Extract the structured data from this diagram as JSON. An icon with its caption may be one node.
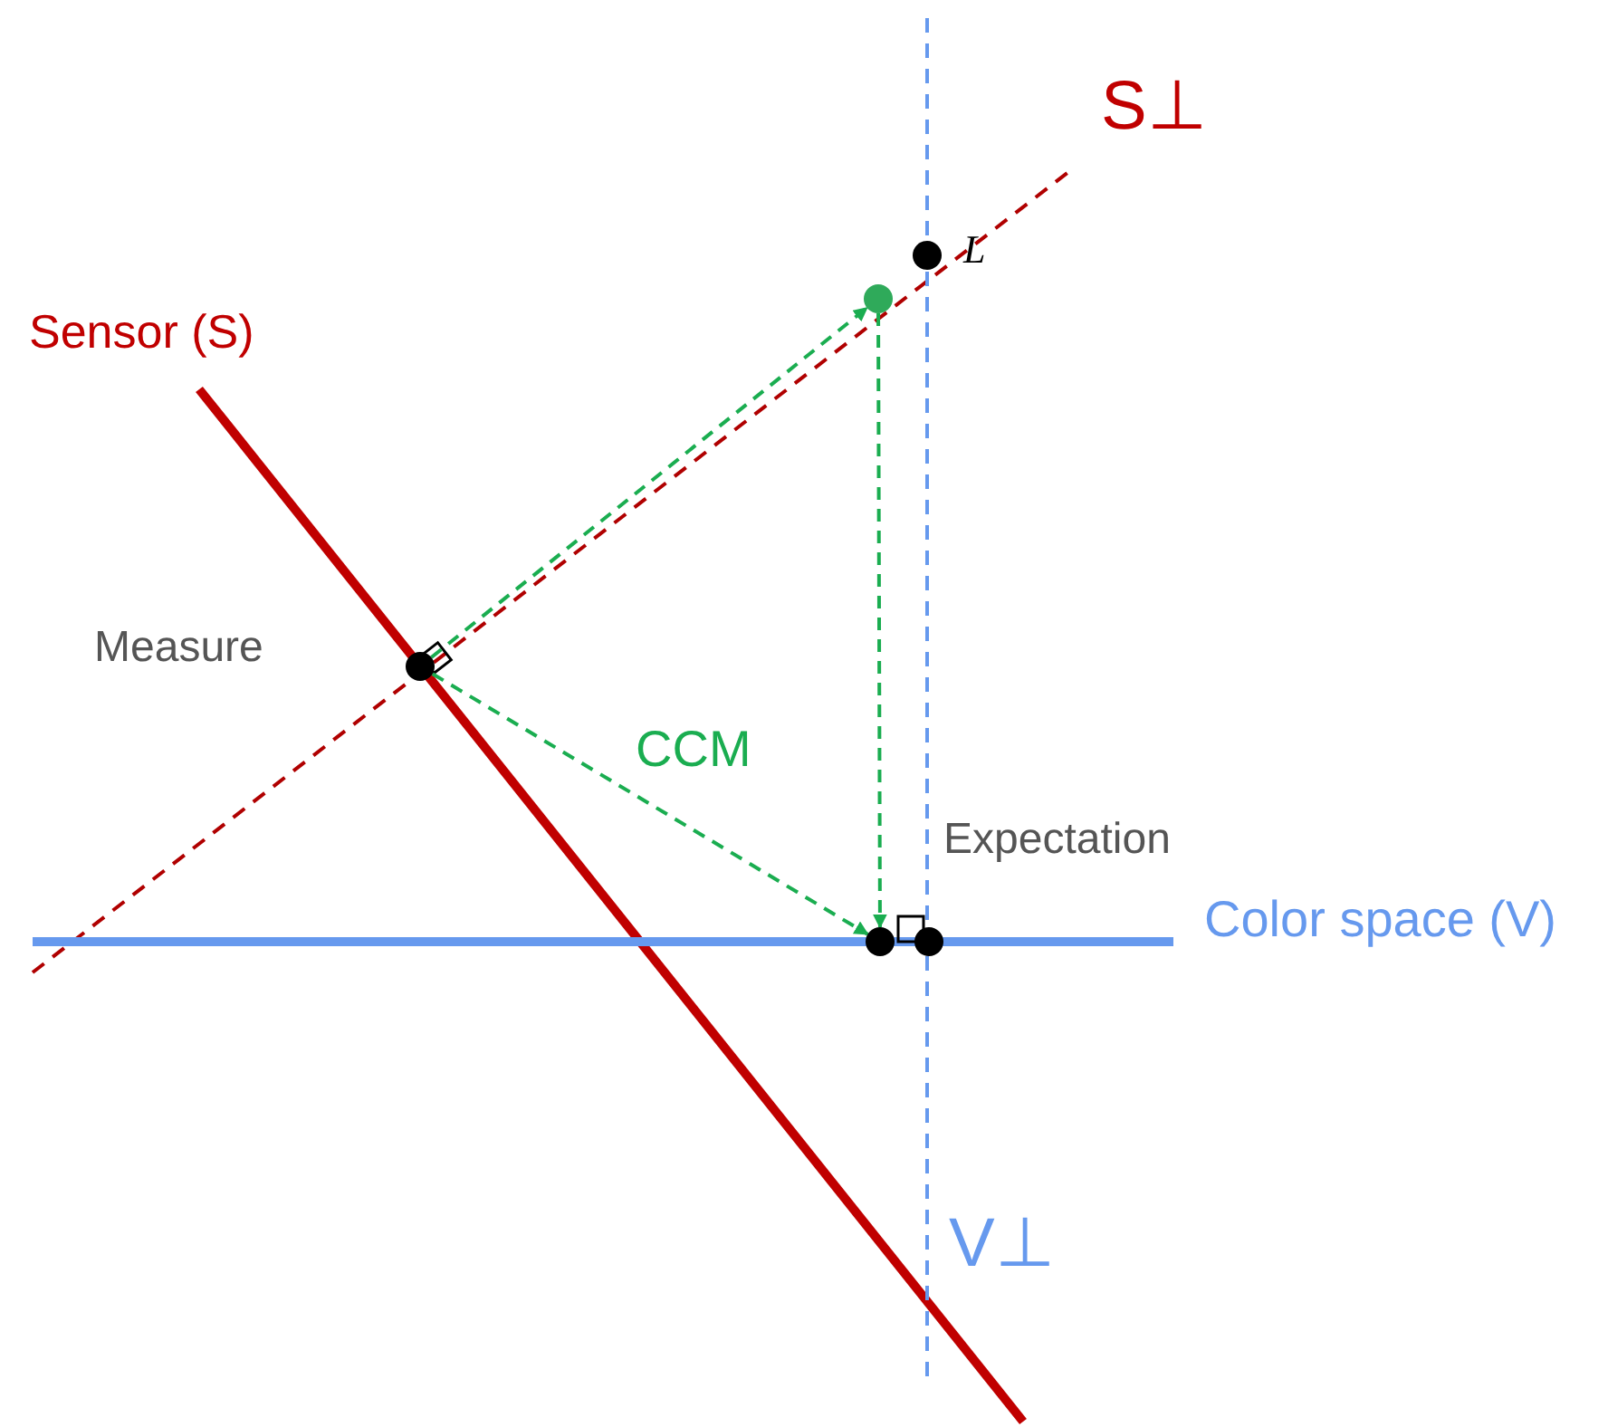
{
  "diagram": {
    "nodes": [
      {
        "text": [],
        "shape": "circle",
        "beside": [
          "Measure"
        ]
      },
      {
        "text": [],
        "shape": "circle"
      },
      {
        "text": [],
        "shape": "circle",
        "beside": [
          "L⃗"
        ]
      },
      {
        "text": [],
        "shape": "circle"
      },
      {
        "text": [],
        "shape": "circle",
        "beside": [
          "Expectation"
        ]
      }
    ],
    "edges": [
      {
        "from": 0,
        "to": 1,
        "arrow": "to",
        "style": "dashed"
      },
      {
        "from": 1,
        "to": 3,
        "arrow": "to",
        "style": "dashed"
      },
      {
        "from": 0,
        "to": 3,
        "arrow": "to",
        "style": "dashed",
        "label": "CCM"
      }
    ],
    "labels": [
      "S⊥",
      "Sensor (S)",
      "Color space (V)",
      "V⊥"
    ]
  }
}
